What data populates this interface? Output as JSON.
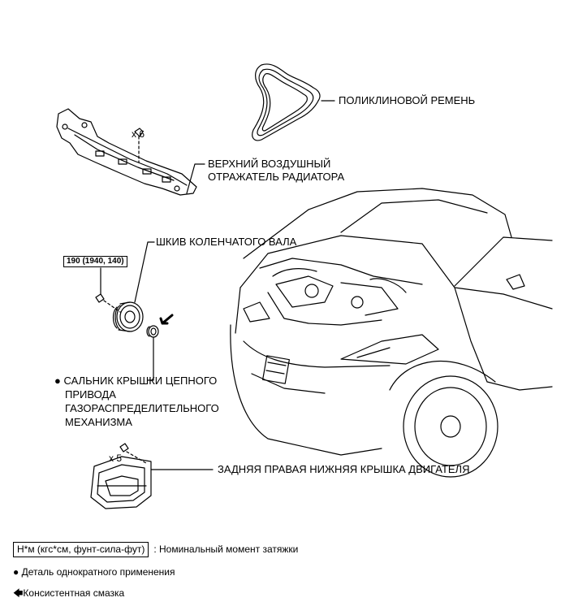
{
  "labels": {
    "belt": "ПОЛИКЛИНОВОЙ РЕМЕНЬ",
    "deflector_line1": "ВЕРХНИЙ ВОЗДУШНЫЙ",
    "deflector_line2": "ОТРАЖАТЕЛЬ РАДИАТОРА",
    "pulley": "ШКИВ КОЛЕНЧАТОГО ВАЛА",
    "seal_line1": "САЛЬНИК КРЫШКИ ЦЕПНОГО",
    "seal_line2": "ПРИВОДА",
    "seal_line3": "ГАЗОРАСПРЕДЕЛИТЕЛЬНОГО",
    "seal_line4": "МЕХАНИЗМА",
    "cover": "ЗАДНЯЯ ПРАВАЯ НИЖНЯЯ КРЫШКА ДВИГАТЕЛЯ",
    "qty_deflector": "x 6",
    "qty_cover": "x 5",
    "torque_spec": "190 (1940, 140)",
    "bullet": "●"
  },
  "legend": {
    "torque_box": "Н*м (кгс*см, фунт-сила-фут)",
    "torque_text": ": Номинальный момент затяжки",
    "bullet": "●",
    "single_use": "Деталь однократного применения",
    "arrow": "🡄",
    "grease": "Консистентная смазка"
  }
}
